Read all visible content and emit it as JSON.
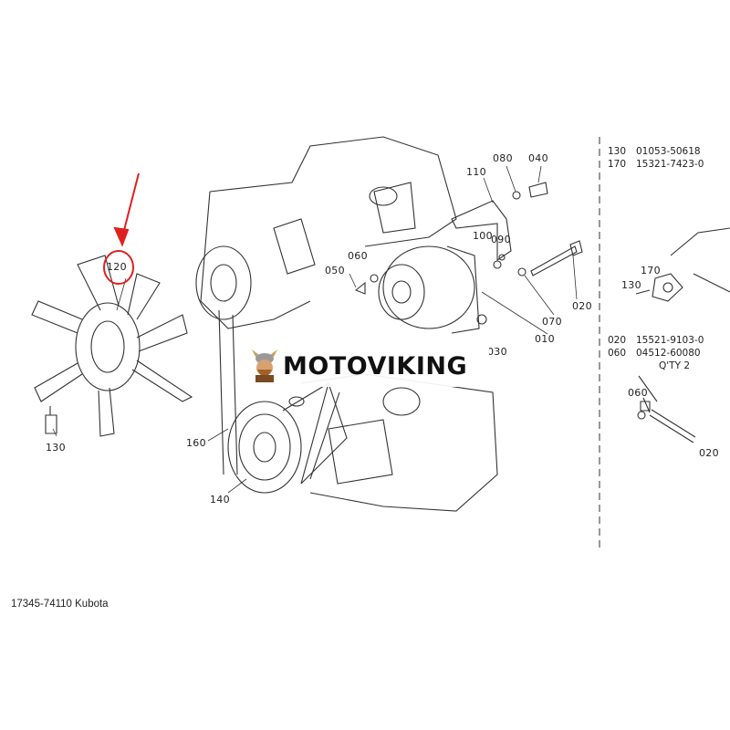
{
  "diagram": {
    "callouts": {
      "fan": "120",
      "fan_bolt": "130",
      "belt": "160",
      "pulley": "140",
      "nut_050": "050",
      "washer_060": "060",
      "washer_080": "080",
      "bolt_040": "040",
      "bracket_110": "110",
      "part_100": "100",
      "part_090": "090",
      "bolt_020": "020",
      "washer_070": "070",
      "alternator_010": "010",
      "part_030": "030",
      "right_170": "170",
      "right_130": "130",
      "right_060": "060",
      "right_020": "020"
    },
    "parts_list_top": [
      {
        "ref": "130",
        "part_no": "01053-50618"
      },
      {
        "ref": "170",
        "part_no": "15321-7423-0"
      }
    ],
    "parts_list_bottom": [
      {
        "ref": "020",
        "part_no": "15521-9103-0"
      },
      {
        "ref": "060",
        "part_no": "04512-60080"
      }
    ],
    "qty_note": "Q'TY 2",
    "highlight_color": "#e02020"
  },
  "logo": {
    "text": "MOTOVIKING"
  },
  "caption": "17345-74110 Kubota"
}
